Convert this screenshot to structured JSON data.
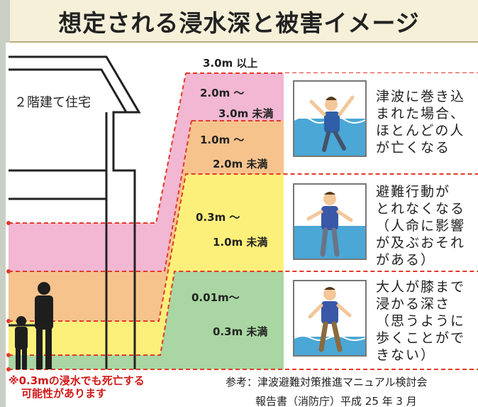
{
  "title": "想定される浸水深と被害イメージ",
  "house_label": "２階建て住宅",
  "depth_labels": {
    "top": "3.0m 以上",
    "band1_from": "2.0m ～",
    "band1_to": "3.0m 未満",
    "band2_from": "1.0m ～",
    "band2_to": "2.0m 未満",
    "band3_from": "0.3m ～",
    "band3_to": "1.0m 未満",
    "band4_from": "0.01m～",
    "band4_to": "0.3m 未満"
  },
  "descriptions": {
    "d1": [
      "津波に巻き込",
      "まれた場合、",
      "ほとんどの人",
      "が亡くなる"
    ],
    "d2": [
      "避難行動が",
      "とれなくなる",
      "（人命に影響",
      "が及ぶおそれ",
      "がある）"
    ],
    "d3": [
      "大人が膝まで",
      "浸かる深さ",
      "（思うように",
      "歩くことがで",
      "きない）"
    ]
  },
  "note": [
    "※0.3mの浸水でも死亡する",
    "可能性があります"
  ],
  "reference": [
    "参考：津波避難対策推進マニュアル検討会",
    "報告書（消防庁）平成 25 年 3 月"
  ],
  "colors": {
    "pink": "#f2b7d2",
    "orange": "#f6c38d",
    "yellow": "#fdf07a",
    "green": "#a9d6a2",
    "dash_red": "#e03a2a",
    "water": "#4aa7d6"
  }
}
